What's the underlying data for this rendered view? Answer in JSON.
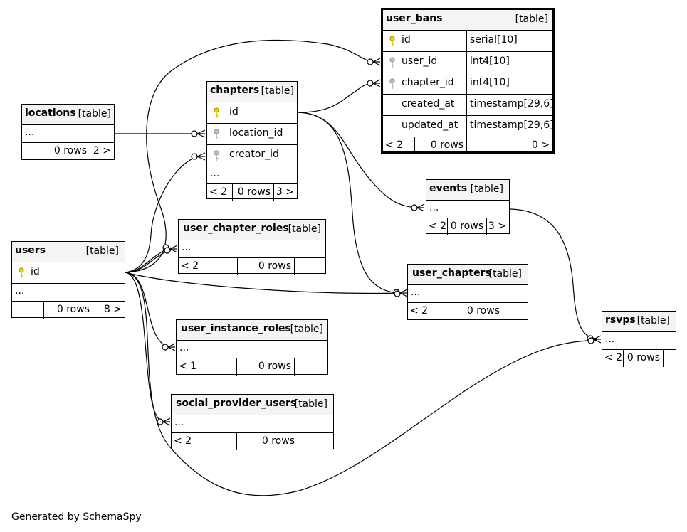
{
  "tables": {
    "user_bans": {
      "name": "user_bans",
      "type": "[table]",
      "columns": [
        {
          "name": "id",
          "type": "serial[10]",
          "key": "primary-key-icon"
        },
        {
          "name": "user_id",
          "type": "int4[10]",
          "key": "foreign-key-icon"
        },
        {
          "name": "chapter_id",
          "type": "int4[10]",
          "key": "foreign-key-icon"
        },
        {
          "name": "created_at",
          "type": "timestamp[29,6]",
          "key": ""
        },
        {
          "name": "updated_at",
          "type": "timestamp[29,6]",
          "key": ""
        }
      ],
      "parents": "< 2",
      "rows": "0 rows",
      "children": "0 >"
    },
    "locations": {
      "name": "locations",
      "type": "[table]",
      "ellipsis": "...",
      "parents": "",
      "rows": "0 rows",
      "children": "2 >"
    },
    "chapters": {
      "name": "chapters",
      "type": "[table]",
      "columns": [
        {
          "name": "id",
          "key": "primary-key-icon"
        },
        {
          "name": "location_id",
          "key": "foreign-key-icon"
        },
        {
          "name": "creator_id",
          "key": "foreign-key-icon"
        }
      ],
      "ellipsis": "...",
      "parents": "< 2",
      "rows": "0 rows",
      "children": "3 >"
    },
    "events": {
      "name": "events",
      "type": "[table]",
      "ellipsis": "...",
      "parents": "< 2",
      "rows": "0 rows",
      "children": "3 >"
    },
    "user_chapter_roles": {
      "name": "user_chapter_roles",
      "type": "[table]",
      "ellipsis": "...",
      "parents": "< 2",
      "rows": "0 rows",
      "children": ""
    },
    "users": {
      "name": "users",
      "type": "[table]",
      "columns": [
        {
          "name": "id",
          "key": "primary-key-icon"
        }
      ],
      "ellipsis": "...",
      "parents": "",
      "rows": "0 rows",
      "children": "8 >"
    },
    "user_chapters": {
      "name": "user_chapters",
      "type": "[table]",
      "ellipsis": "...",
      "parents": "< 2",
      "rows": "0 rows",
      "children": ""
    },
    "user_instance_roles": {
      "name": "user_instance_roles",
      "type": "[table]",
      "ellipsis": "...",
      "parents": "< 1",
      "rows": "0 rows",
      "children": ""
    },
    "social_provider_users": {
      "name": "social_provider_users",
      "type": "[table]",
      "ellipsis": "...",
      "parents": "< 2",
      "rows": "0 rows",
      "children": ""
    },
    "rsvps": {
      "name": "rsvps",
      "type": "[table]",
      "ellipsis": "...",
      "parents": "< 2",
      "rows": "0 rows",
      "children": ""
    }
  },
  "footer": "Generated by SchemaSpy"
}
